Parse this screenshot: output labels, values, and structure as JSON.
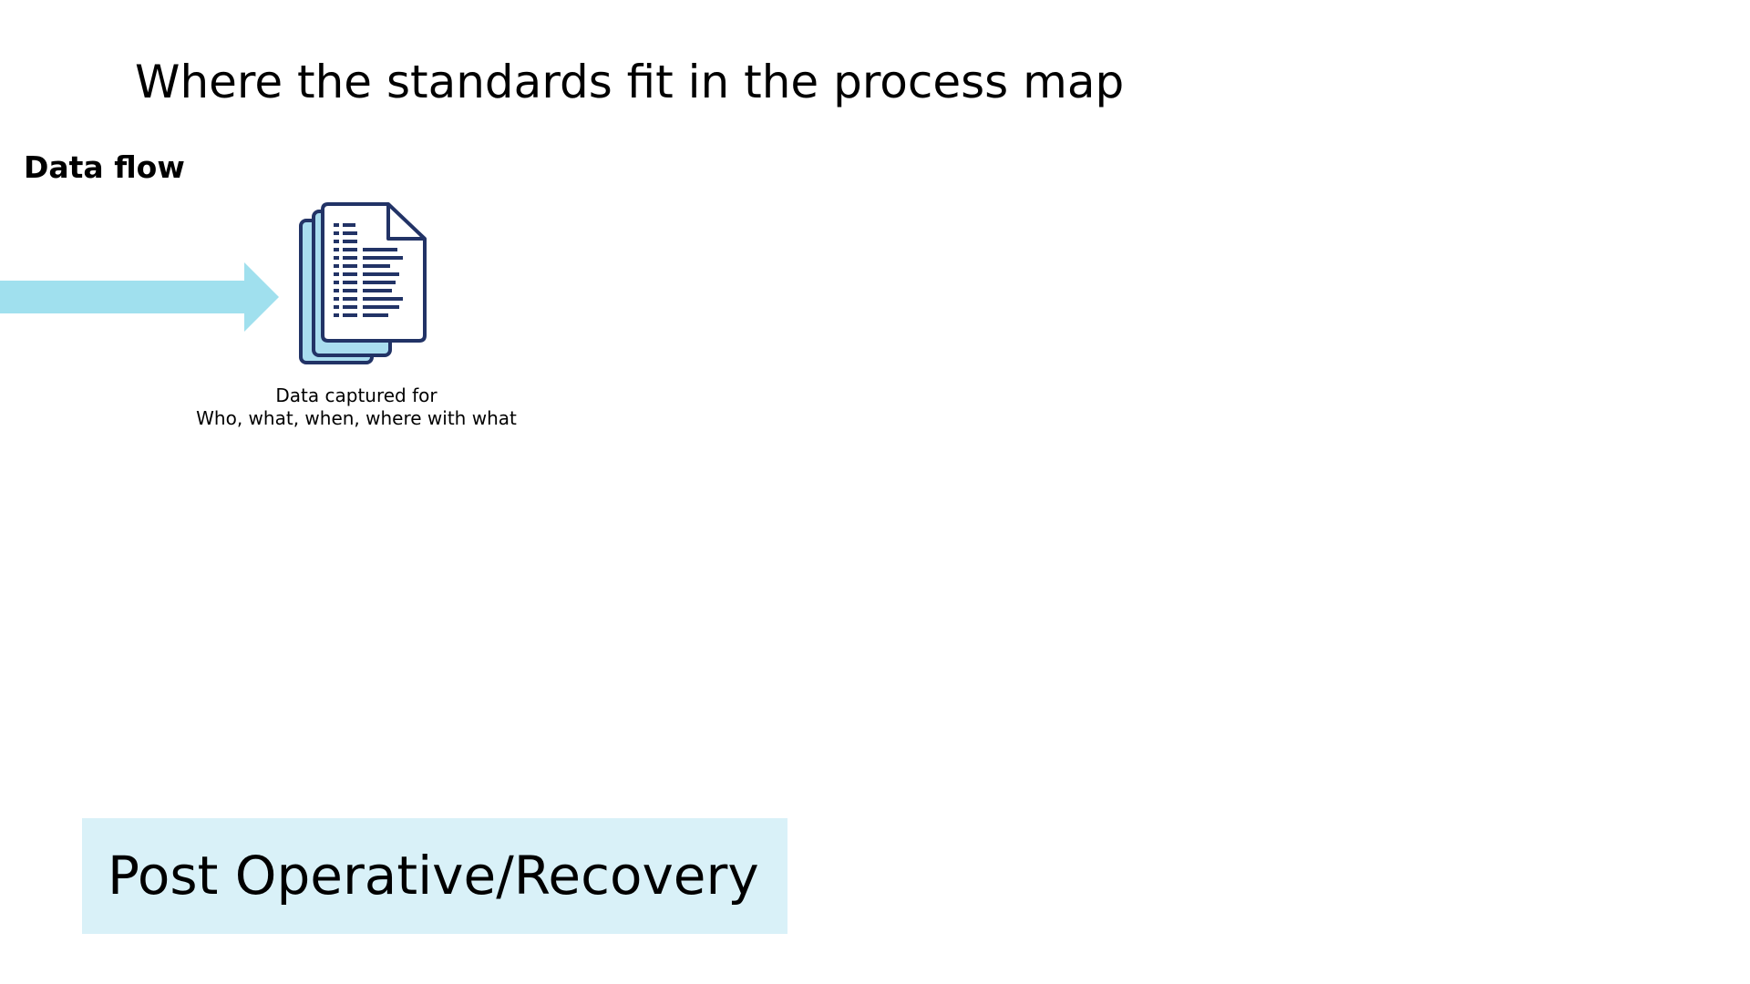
{
  "slide": {
    "title": "Where the standards fit in the process map"
  },
  "data_flow": {
    "section_label": "Data flow",
    "arrow_color": "#a0e0ee",
    "icon": "stacked-documents-icon",
    "icon_stroke_color": "#223366",
    "icon_fill_color": "#a9ddef",
    "caption_line1": "Data captured for",
    "caption_line2": "Who, what, when, where with what"
  },
  "stage": {
    "label": "Post Operative/Recovery",
    "background_color": "#d9f1f8"
  }
}
